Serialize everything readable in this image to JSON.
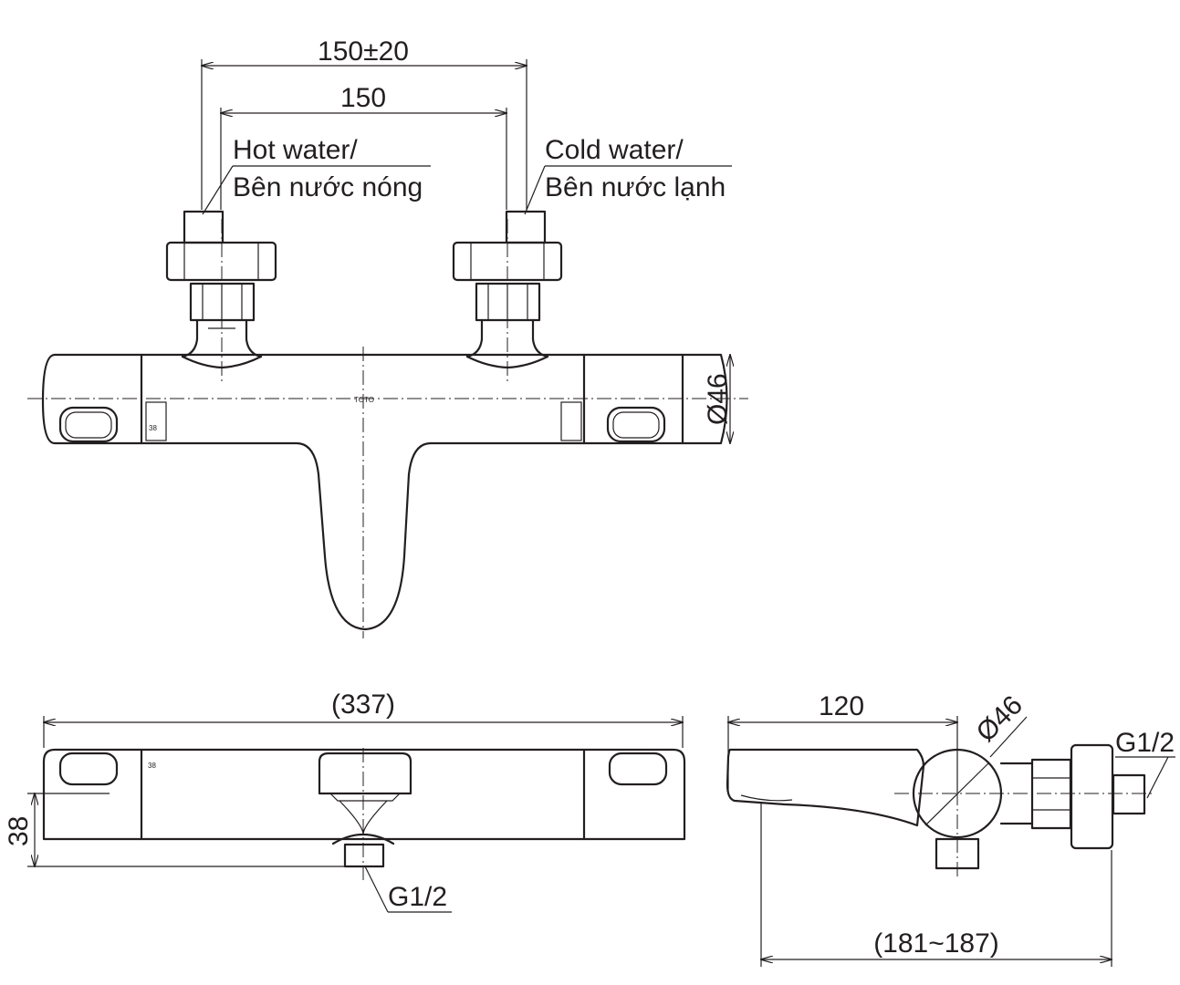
{
  "front_view": {
    "dim_outer": "150±20",
    "dim_inner": "150",
    "hot_label_line1": "Hot water/",
    "hot_label_line2": "Bên nước nóng",
    "cold_label_line1": "Cold water/",
    "cold_label_line2": "Bên nước lạnh",
    "diameter": "Ø46",
    "brand_mark": "TOTO",
    "temp_mark": "38"
  },
  "bottom_view": {
    "length": "(337)",
    "height": "38",
    "outlet_thread": "G1/2",
    "temp_mark": "38"
  },
  "side_view": {
    "projection": "120",
    "diameter": "Ø46",
    "inlet_thread": "G1/2",
    "total_depth": "(181~187)"
  }
}
